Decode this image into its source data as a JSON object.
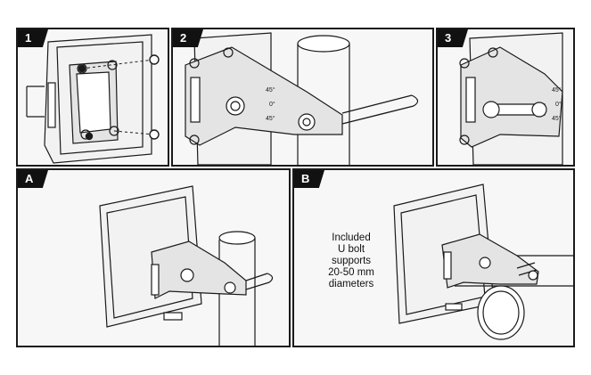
{
  "panels": {
    "step1": {
      "badge": "1"
    },
    "step2": {
      "badge": "2"
    },
    "step3": {
      "badge": "3"
    },
    "stepA": {
      "badge": "A"
    },
    "stepB": {
      "badge": "B"
    }
  },
  "note_text": "Included\nU bolt\nsupports\n20-50 mm\ndiameters",
  "angle_marks": [
    "45°",
    "0°",
    "45°"
  ],
  "colors": {
    "line": "#1a1a1a",
    "fill_light": "#f2f2f2",
    "fill_mid": "#e4e4e4",
    "panel_bg": "#f7f7f7"
  }
}
